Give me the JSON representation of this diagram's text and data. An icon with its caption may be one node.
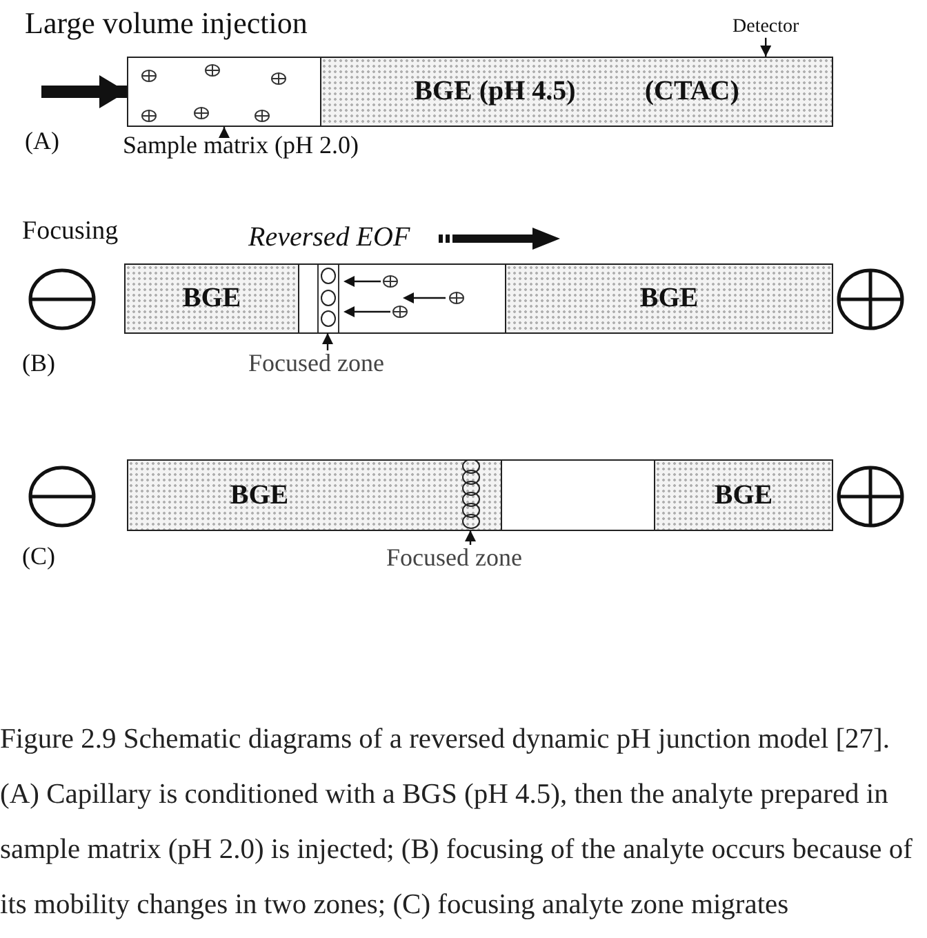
{
  "diagram": {
    "caption": "Figure 2.9 Schematic diagrams of a reversed dynamic pH junction model [27]. (A) Capillary is conditioned with a BGS (pH 4.5), then the analyte prepared in sample matrix (pH 2.0) is injected; (B) focusing of the analyte occurs because of its mobility changes in two zones; (C) focusing analyte zone migrates",
    "nodes": [
      {
        "text": [],
        "shape": "box"
      },
      {
        "text": [
          "BGE (pH 4.5)",
          "(CTAC)"
        ]
      },
      {
        "text": [
          "Detector"
        ]
      },
      {
        "text": [
          "Sample matrix (pH 2.0)"
        ]
      },
      {
        "text": [
          "BGE"
        ]
      },
      {
        "text": [],
        "shape": "box"
      },
      {
        "text": [],
        "shape": "box",
        "in": 5
      },
      {
        "text": [
          "BGE"
        ]
      },
      {
        "text": [
          "Focused zone"
        ]
      },
      {
        "text": [
          "BGE"
        ]
      },
      {
        "text": [],
        "shape": "box",
        "in": 9
      },
      {
        "text": [],
        "shape": "box"
      },
      {
        "text": [
          "BGE"
        ]
      },
      {
        "text": [
          "Focused zone"
        ]
      }
    ],
    "edges": [
      {
        "from": null,
        "to": 0,
        "arrow": "to",
        "style": "thick"
      },
      {
        "from": 2,
        "to": 1,
        "arrow": "to"
      },
      {
        "from": 3,
        "to": 0,
        "arrow": "to"
      },
      {
        "from": 8,
        "to": 6,
        "arrow": "to"
      },
      {
        "from": 13,
        "to": 10,
        "arrow": "to"
      }
    ],
    "labels": [
      "Large volume injection",
      "(A)",
      "Focusing",
      "Reversed EOF",
      "(B)",
      "(C)"
    ]
  }
}
